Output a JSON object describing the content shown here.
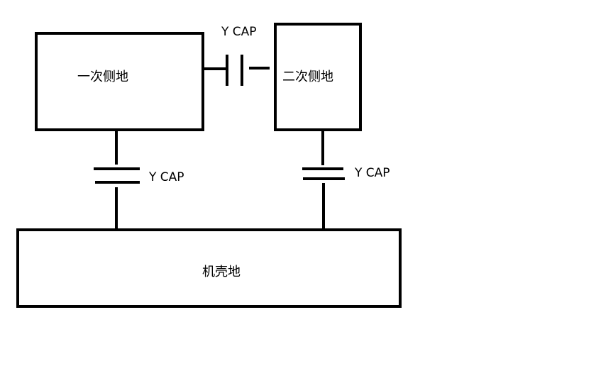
{
  "nodes": {
    "primary_ground": "一次侧地",
    "secondary_ground": "二次侧地",
    "chassis_ground": "机壳地"
  },
  "capacitors": {
    "top": "Y CAP",
    "left": "Y CAP",
    "right": "Y CAP"
  }
}
